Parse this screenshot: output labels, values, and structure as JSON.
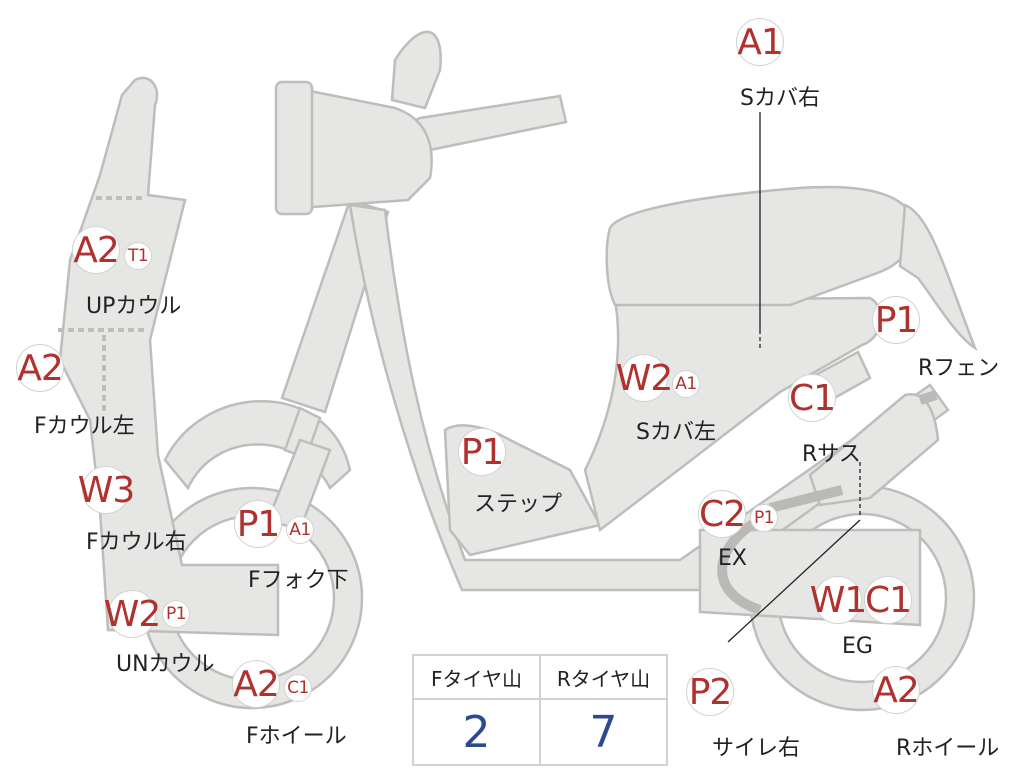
{
  "parts": [
    {
      "id": "s-cover-right",
      "codes": [
        "A1"
      ],
      "label": "Sカバ右"
    },
    {
      "id": "up-cowl",
      "codes": [
        "A2",
        "T1"
      ],
      "label": "UPカウル"
    },
    {
      "id": "r-fender",
      "codes": [
        "P1"
      ],
      "label": "Rフェン"
    },
    {
      "id": "f-cowl-left",
      "codes": [
        "A2"
      ],
      "label": "Fカウル左"
    },
    {
      "id": "s-cover-left",
      "codes": [
        "W2",
        "A1"
      ],
      "label": "Sカバ左"
    },
    {
      "id": "r-suspension",
      "codes": [
        "C1"
      ],
      "label": "Rサス"
    },
    {
      "id": "step",
      "codes": [
        "P1"
      ],
      "label": "ステップ"
    },
    {
      "id": "f-cowl-right",
      "codes": [
        "W3"
      ],
      "label": "Fカウル右"
    },
    {
      "id": "f-fork-lower",
      "codes": [
        "P1",
        "A1"
      ],
      "label": "Fフォク下"
    },
    {
      "id": "exhaust",
      "codes": [
        "C2",
        "P1"
      ],
      "label": "EX"
    },
    {
      "id": "un-cowl",
      "codes": [
        "W2",
        "P1"
      ],
      "label": "UNカウル"
    },
    {
      "id": "engine",
      "codes": [
        "W1",
        "C1"
      ],
      "label": "EG"
    },
    {
      "id": "f-wheel",
      "codes": [
        "A2",
        "C1"
      ],
      "label": "Fホイール"
    },
    {
      "id": "silencer-right",
      "codes": [
        "P2"
      ],
      "label": "サイレ右"
    },
    {
      "id": "r-wheel",
      "codes": [
        "A2"
      ],
      "label": "Rホイール"
    }
  ],
  "tyre_table": {
    "headers": [
      "Fタイヤ山",
      "Rタイヤ山"
    ],
    "values": [
      "2",
      "7"
    ]
  },
  "colors": {
    "code": "#b0322e",
    "tyre_value": "#2b4b8c",
    "part_fill": "#e6e6e4"
  }
}
